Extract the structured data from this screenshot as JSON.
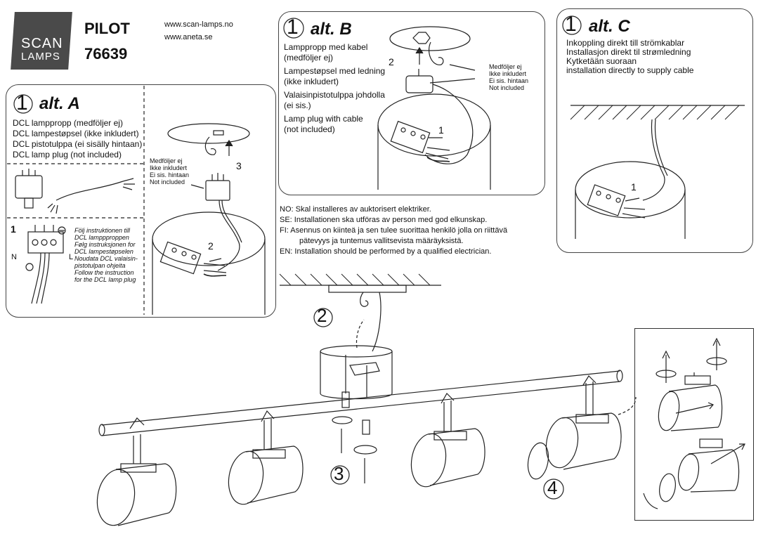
{
  "brand": {
    "line1": "SCAN",
    "line2": "LAMPS"
  },
  "product": {
    "name": "PILOT",
    "number": "76639"
  },
  "urls": [
    "www.scan-lamps.no",
    "www.aneta.se"
  ],
  "panel_a": {
    "step": "1",
    "title": "alt. A",
    "lines": [
      "DCL lamppropp (medföljer ej)",
      "DCL lampestøpsel (ikke inkludert)",
      "DCL pistotulppa (ei sisälly hintaan)",
      "DCL lamp plug (not included)"
    ],
    "not_included": [
      "Medföljer ej",
      "Ikke inkludert",
      "Ei sis. hintaan",
      "Not included"
    ],
    "wiring_step": "1",
    "wiring_labels": {
      "n": "N",
      "l": "L"
    },
    "instructions": [
      "Följ instruktionen till",
      "DCL lamppproppen",
      "Følg instruksjonen for",
      "DCL lampestøpselen",
      "Noudata DCL valaisin-",
      "pistotulpan ohjeita",
      "Follow the instruction",
      "for the DCL lamp plug"
    ],
    "step2": "2",
    "step3": "3"
  },
  "panel_b": {
    "step": "1",
    "title": "alt. B",
    "lines": [
      "Lamppropp med kabel",
      "(medföljer ej)",
      "Lampestøpsel med ledning",
      "(ikke inkludert)",
      "Valaisinpistotulppa johdolla",
      "(ei sis.)",
      "Lamp plug with cable",
      "(not included)"
    ],
    "not_included": [
      "Medföljer ej",
      "Ikke inkludert",
      "Ei sis. hintaan",
      "Not included"
    ],
    "step2": "2",
    "step1": "1"
  },
  "panel_c": {
    "step": "1",
    "title": "alt. C",
    "lines": [
      "Inkoppling direkt till strömkablar",
      "Installasjon direkt til strømledning",
      "Kytketään suoraan",
      "installation directly to supply cable"
    ],
    "step1": "1"
  },
  "notes": {
    "no": "NO: Skal installeres av auktorisert elektriker.",
    "se": "SE: Installationen ska utföras av person med god elkunskap.",
    "fi1": "FI:   Asennus on kiinteä ja sen tulee suorittaa henkilö jolla on riittävä",
    "fi2": "pätevyys ja tuntemus vallitsevista määräyksistä.",
    "en": "EN: Installation should be performed by a qualified electrician."
  },
  "steps": {
    "two": "2",
    "three": "3",
    "four": "4"
  }
}
